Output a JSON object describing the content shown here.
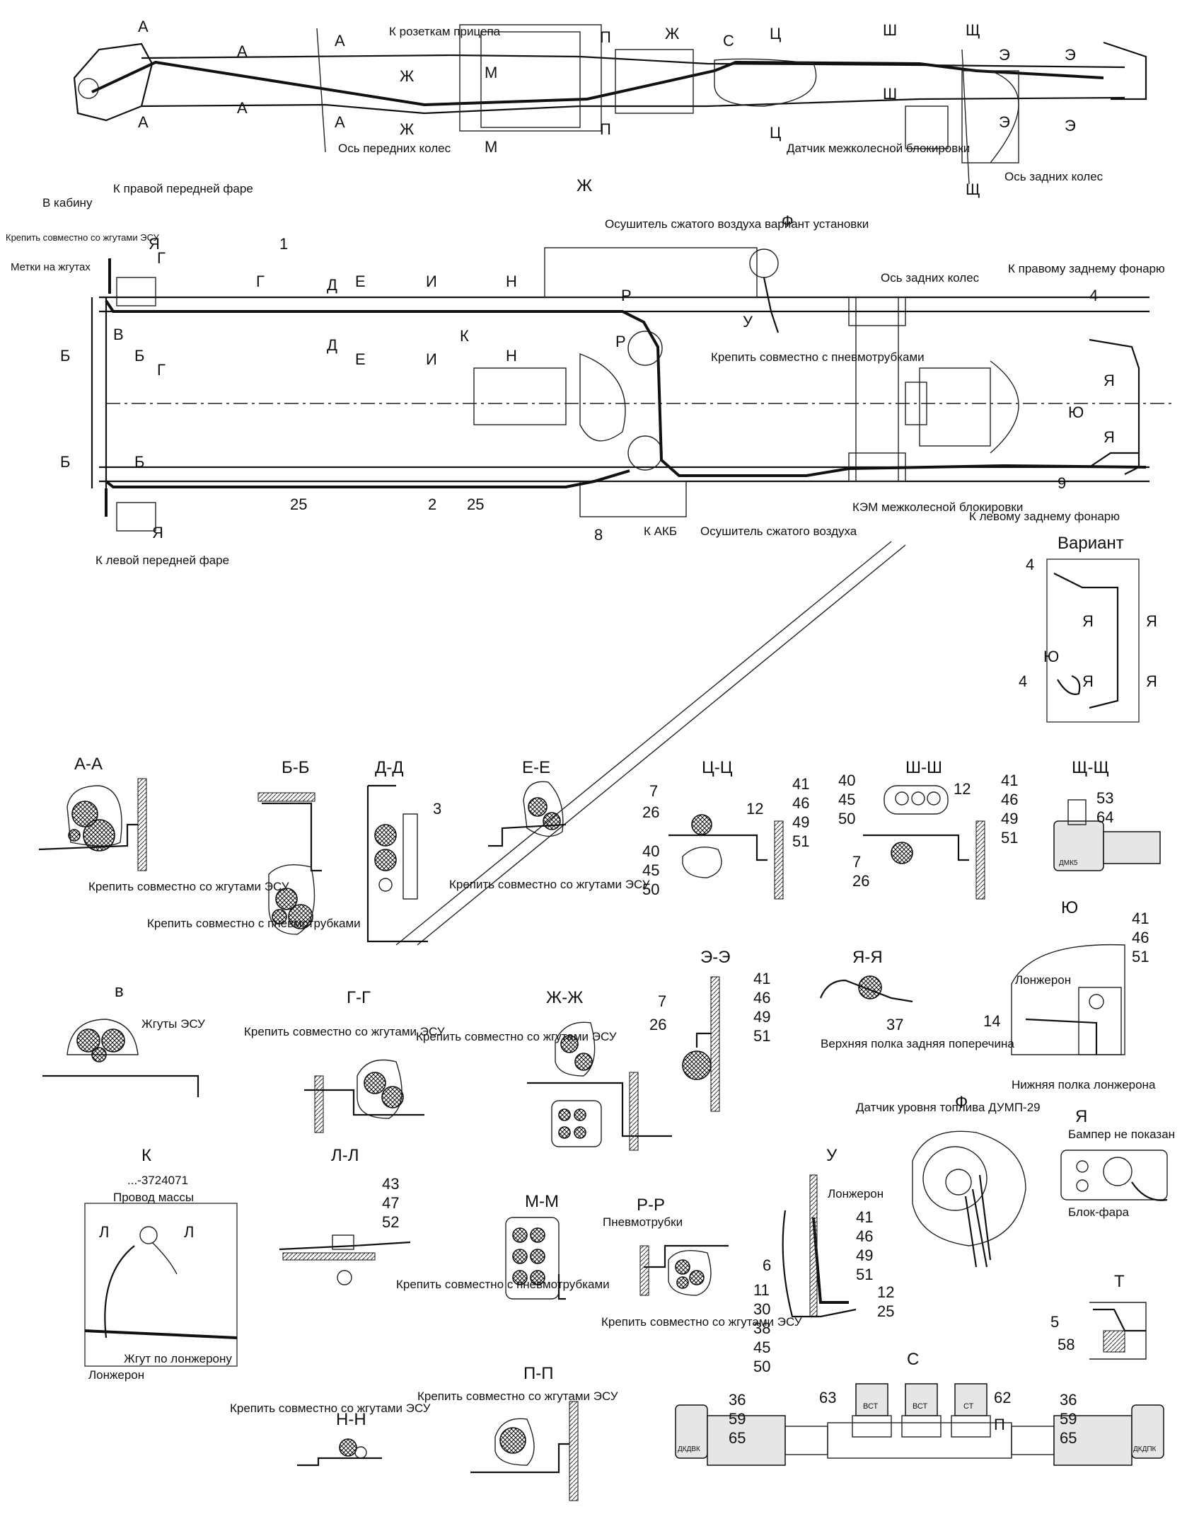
{
  "top_view": {
    "section_marks": [
      "А",
      "А",
      "А",
      "А",
      "А",
      "А",
      "Ж",
      "Ж",
      "М",
      "М",
      "П",
      "П",
      "Ж",
      "С",
      "Ц",
      "Ц",
      "Ш",
      "Ш",
      "Щ",
      "Щ",
      "Э",
      "Э",
      "Э",
      "Э"
    ],
    "labels": {
      "trailer_sockets": "К розеткам прицепа",
      "front_axle": "Ось передних колес",
      "diff_sensor": "Датчик межколесной блокировки",
      "rear_axle": "Ось задних колес"
    }
  },
  "main_view": {
    "view_title": "Ж",
    "labels": {
      "right_headlight": "К правой передней фаре",
      "to_cab": "В кабину",
      "fasten_esu": "Крепить совместно со жгутами ЭСУ",
      "harness_marks": "Метки на жгутах",
      "air_dryer_variant": "Осушитель сжатого воздуха вариант установки",
      "rear_axle": "Ось задних колес",
      "right_rear_lamp": "К правому заднему фонарю",
      "fasten_pneumo": "Крепить совместно с пневмотрубками",
      "kem": "КЭМ межколесной блокировки",
      "left_rear_lamp": "К левому заднему фонарю",
      "akb": "К АКБ",
      "air_dryer": "Осушитель сжатого воздуха",
      "left_headlight": "К левой передней фаре"
    },
    "marks": [
      "Я",
      "Г",
      "Г",
      "Д",
      "Е",
      "И",
      "Н",
      "Ф",
      "Р",
      "У",
      "Р",
      "К",
      "Б",
      "В",
      "Б",
      "Г",
      "Д",
      "Е",
      "И",
      "Н",
      "Я",
      "Ю",
      "Я",
      "Б",
      "Б",
      "Я"
    ],
    "numbers": [
      "1",
      "4",
      "9",
      "8",
      "2",
      "25",
      "25"
    ]
  },
  "variant": {
    "title": "Вариант",
    "numbers": [
      "4",
      "4"
    ],
    "marks": [
      "Я",
      "Я",
      "Ю",
      "Я",
      "Я"
    ]
  },
  "sections": {
    "aa": {
      "title": "А-А",
      "note": "Крепить совместно со жгутами ЭСУ"
    },
    "bb": {
      "title": "Б-Б",
      "note": "Крепить совместно с пневмотрубками"
    },
    "dd": {
      "title": "Д-Д",
      "num": "3"
    },
    "ee": {
      "title": "Е-Е",
      "note": "Крепить совместно со жгутами ЭСУ"
    },
    "tsts": {
      "title": "Ц-Ц",
      "nums": [
        "7",
        "26",
        "12",
        "41",
        "46",
        "49",
        "51",
        "40",
        "45",
        "50"
      ]
    },
    "shsh": {
      "title": "Ш-Ш",
      "nums": [
        "40",
        "45",
        "50",
        "12",
        "41",
        "46",
        "49",
        "51",
        "7",
        "26"
      ]
    },
    "shchshch": {
      "title": "Щ-Щ",
      "nums": [
        "53",
        "64"
      ],
      "badge": "ДМК5"
    },
    "yu": {
      "title": "Ю",
      "nums": [
        "41",
        "46",
        "51",
        "14"
      ],
      "labels": [
        "Лонжерон",
        "Нижняя полка лонжерона"
      ]
    },
    "v": {
      "title": "в",
      "note": "Жгуты ЭСУ"
    },
    "gg": {
      "title": "Г-Г",
      "note": "Крепить совместно со жгутами ЭСУ"
    },
    "zhzh": {
      "title": "Ж-Ж",
      "note": "Крепить совместно со жгутами ЭСУ"
    },
    "ee2": {
      "title": "Э-Э",
      "nums": [
        "7",
        "26",
        "41",
        "46",
        "49",
        "51"
      ]
    },
    "yaya": {
      "title": "Я-Я",
      "num": "37",
      "note": "Верхняя полка задняя поперечина"
    },
    "k": {
      "title": "К",
      "labels": [
        "...-3724071",
        "Провод массы",
        "Жгут по лонжерону",
        "Лонжерон"
      ],
      "marks": [
        "Л",
        "Л"
      ]
    },
    "ll": {
      "title": "Л-Л",
      "nums": [
        "43",
        "47",
        "52"
      ]
    },
    "mm": {
      "title": "М-М",
      "note": "Крепить совместно с пневмотрубками"
    },
    "rr": {
      "title": "Р-Р",
      "labels": [
        "Пневмотрубки",
        "Крепить совместно со жгутами ЭСУ"
      ]
    },
    "u": {
      "title": "У",
      "label": "Лонжерон",
      "nums": [
        "41",
        "46",
        "49",
        "51",
        "6",
        "11",
        "30",
        "38",
        "45",
        "50",
        "12",
        "25"
      ]
    },
    "f": {
      "title": "Ф",
      "label": "Датчик уровня топлива ДУМП-29"
    },
    "ya": {
      "title": "Я",
      "labels": [
        "Бампер не показан",
        "Блок-фара"
      ]
    },
    "t": {
      "title": "Т",
      "nums": [
        "5",
        "58"
      ]
    },
    "nn": {
      "title": "Н-Н",
      "note": "Крепить совместно со жгутами ЭСУ"
    },
    "pp": {
      "title": "П-П",
      "note": "Крепить совместно со жгутами ЭСУ"
    },
    "s": {
      "title": "С",
      "nums": [
        "36",
        "59",
        "65",
        "63",
        "62",
        "36",
        "59",
        "65"
      ],
      "mark": "П",
      "badges": [
        "ВСТ",
        "ВСТ",
        "СТ",
        "ДКДВК",
        "ДКДПК"
      ]
    }
  }
}
